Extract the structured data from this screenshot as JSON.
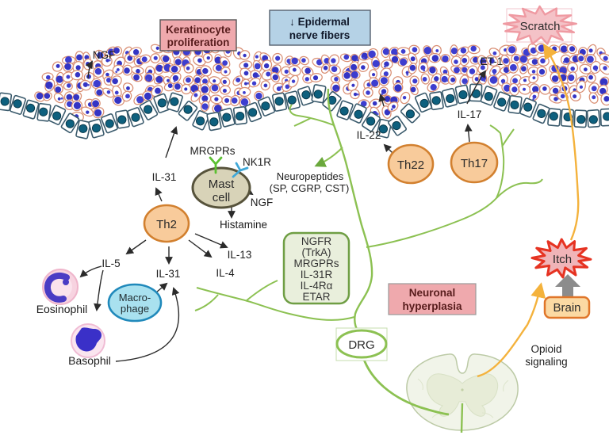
{
  "molecules": {
    "ngf_top": "NGF",
    "et1": "ET-1",
    "il17": "IL-17",
    "il22": "IL-22",
    "mrgprs": "MRGPRs",
    "nk1r": "NK1R",
    "neuropeptides_line1": "Neuropeptides",
    "neuropeptides_line2": "(SP, CGRP, CST)",
    "il31_upper": "IL-31",
    "ngf_mast": "NGF",
    "histamine": "Histamine",
    "il5": "IL-5",
    "il31_lower": "IL-31",
    "il13": "IL-13",
    "il4": "IL-4",
    "opioid_line1": "Opioid",
    "opioid_line2": "signaling"
  },
  "cells": {
    "mast_line1": "Mast",
    "mast_line2": "cell",
    "th2": "Th2",
    "th22": "Th22",
    "th17": "Th17",
    "macrophage_line1": "Macro-",
    "macrophage_line2": "phage",
    "eosinophil": "Eosinophil",
    "basophil": "Basophil",
    "drg": "DRG",
    "brain": "Brain"
  },
  "boxes": {
    "keratinocyte_line1": "Keratinocyte",
    "keratinocyte_line2": "proliferation",
    "nerve_fibers_line1": "↓ Epidermal",
    "nerve_fibers_line2": "nerve fibers",
    "hyperplasia_line1": "Neuronal",
    "hyperplasia_line2": "hyperplasia"
  },
  "bursts": {
    "scratch": "Scratch",
    "itch": "Itch"
  },
  "receptor_box": {
    "lines": [
      "NGFR",
      "(TrkA)",
      "MRGPRs",
      "IL-31R",
      "IL-4Rα",
      "ETAR"
    ]
  },
  "colors": {
    "pink_box": "#efa9ad",
    "blue_box": "#b5d2e6",
    "box_text_dark_red": "#571c1c",
    "nerve_green": "#8cc152",
    "th_cell_fill": "#f8cb9b",
    "th_cell_stroke": "#d2802f",
    "mast_fill": "#d8d3b8",
    "mast_stroke": "#57533b",
    "macrophage_fill": "#a9e1ef",
    "macrophage_stroke": "#2089bb",
    "itch_stroke": "#e63322",
    "scratch_stroke": "#ef9aa2",
    "burst_fill": "#f3bec3",
    "signal_yellow": "#f4b23c",
    "keratinocyte_outline": "#d98f74",
    "nucleus_blue": "#3d3dcf",
    "basal_teal": "#0e607e",
    "receptor_green": "#5cc032",
    "receptor_blue": "#3fa8d8"
  }
}
